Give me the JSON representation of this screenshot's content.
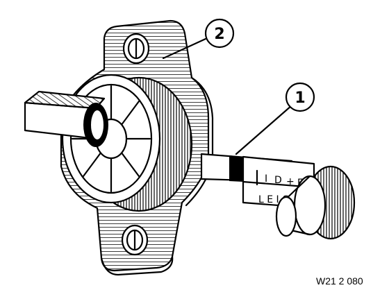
{
  "figure": {
    "reference_code": "W21 2 080",
    "callouts": [
      {
        "number": "1"
      },
      {
        "number": "2"
      }
    ],
    "scale_markings": {
      "row1": [
        "I",
        "D",
        "+",
        "E"
      ],
      "row2": "L  E  I  C"
    }
  }
}
